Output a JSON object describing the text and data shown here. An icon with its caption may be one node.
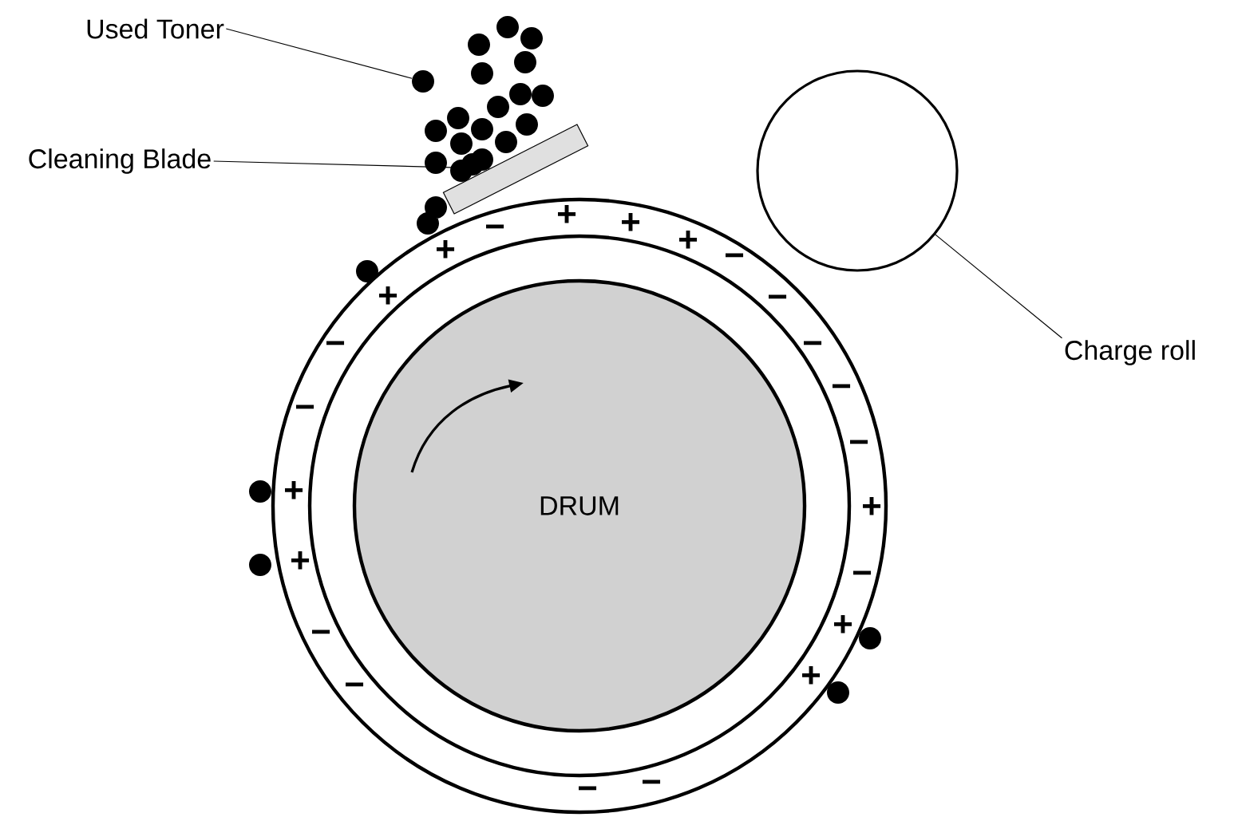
{
  "diagram": {
    "nodes": [
      {
        "text": [
          "Used Toner"
        ]
      },
      {
        "text": [],
        "shape": "circle"
      },
      {
        "text": [
          "Cleaning Blade"
        ]
      },
      {
        "text": [],
        "shape": "box"
      },
      {
        "text": [],
        "shape": "circle"
      },
      {
        "text": [
          "Charge roll"
        ]
      },
      {
        "text": [
          "DRUM"
        ]
      }
    ],
    "edges": [
      {
        "from": 0,
        "to": 1,
        "arrow": "none"
      },
      {
        "from": 2,
        "to": 3,
        "arrow": "none"
      },
      {
        "from": 5,
        "to": 4,
        "arrow": "none"
      }
    ],
    "labels": [
      "+",
      "+",
      "+",
      "−",
      "+",
      "−",
      "−",
      "+",
      "−",
      "−",
      "−",
      "−",
      "−",
      "+",
      "+",
      "−",
      "+",
      "+",
      "−",
      "+",
      "−",
      "−",
      "−"
    ]
  }
}
